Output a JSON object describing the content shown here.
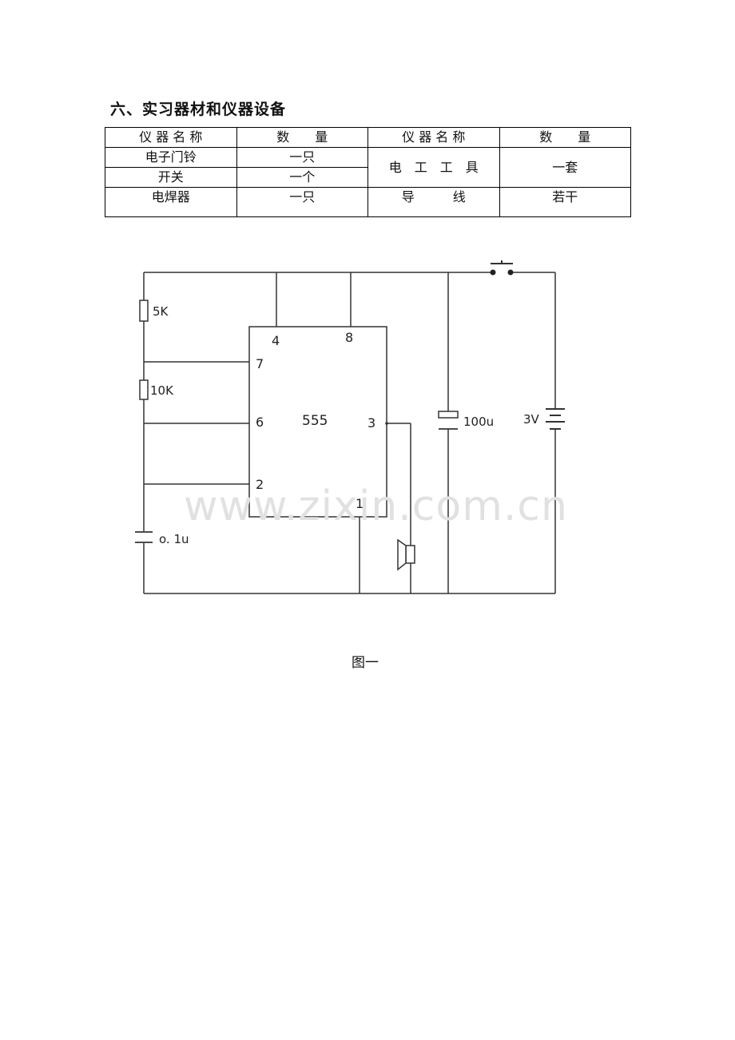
{
  "heading": "六、实习器材和仪器设备",
  "table": {
    "headers": [
      "仪 器 名 称",
      "数　　量",
      "仪 器 名 称",
      "数　　量"
    ],
    "rows": [
      [
        "电子门铃",
        "一只"
      ],
      [
        "开关",
        "一个"
      ],
      [
        "电焊器",
        "一只"
      ]
    ],
    "merged": [
      "电　工　工　具",
      "一套"
    ],
    "last_right": [
      "导　　　线",
      "若干"
    ]
  },
  "circuit": {
    "r1": "5K",
    "r2": "10K",
    "c_timing": "o. 1u",
    "c_supply": "100u",
    "battery": "3V",
    "ic": "555",
    "pins": [
      "4",
      "8",
      "7",
      "6",
      "3",
      "2",
      "1"
    ]
  },
  "watermark": "www.zixin.com.cn",
  "caption": "图一"
}
